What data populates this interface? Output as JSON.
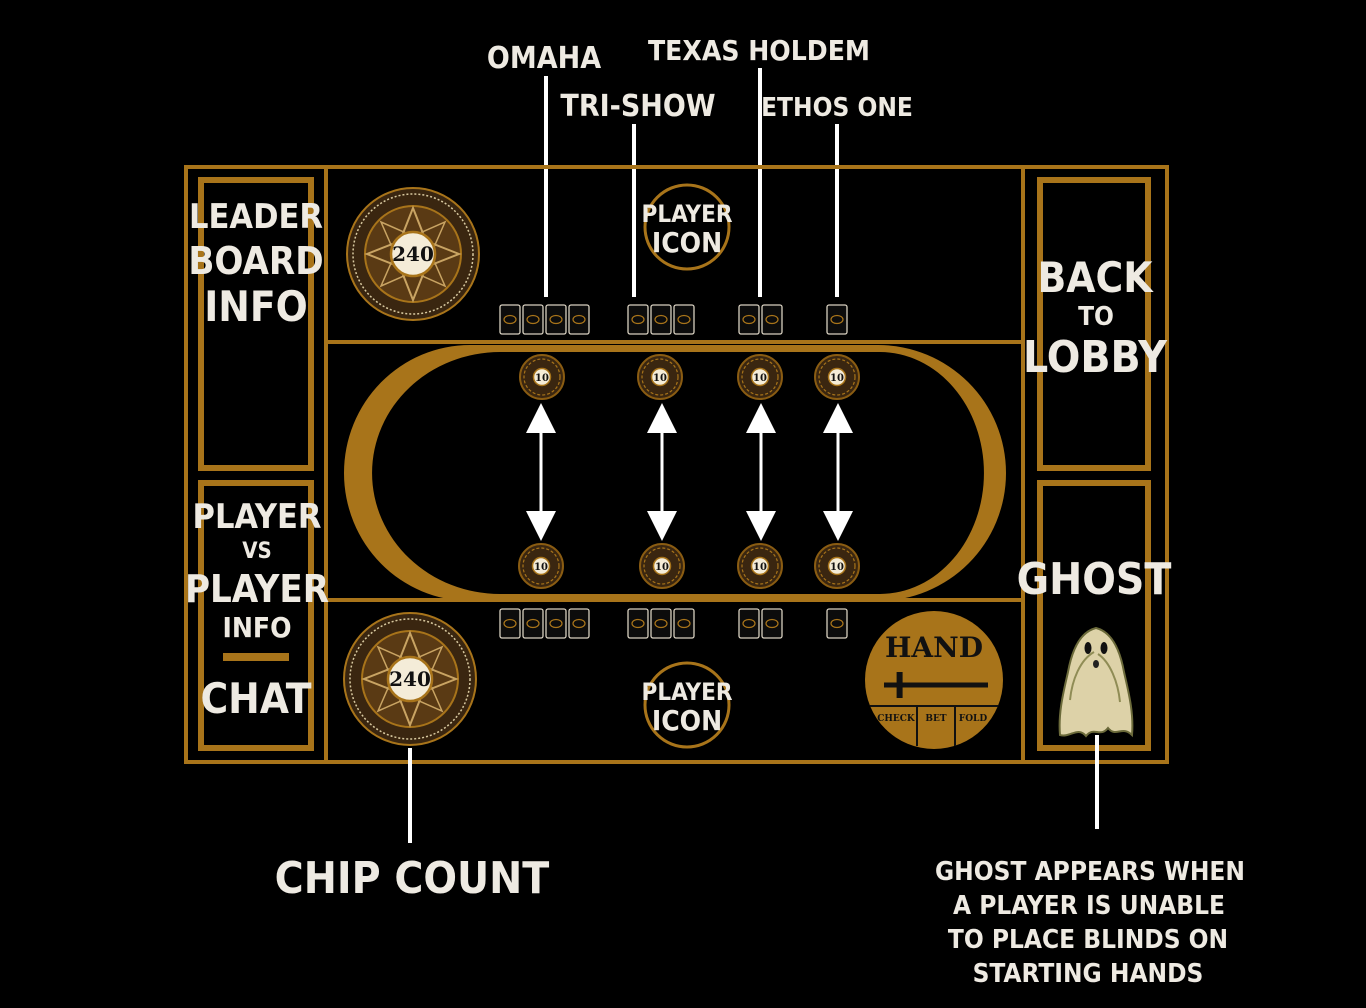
{
  "colors": {
    "gold": "#a8741a",
    "gold_dark": "#8a5c12",
    "chip_brown": "#3a2610",
    "background": "#000000",
    "text": "#eeeae2"
  },
  "callouts": {
    "omaha": "OMAHA",
    "tri_show": "TRI-SHOW",
    "texas_holdem": "TEXAS HOLDEM",
    "ethos_one": "ETHOS ONE",
    "chip_count": "CHIP COUNT",
    "ghost_note": [
      "GHOST APPEARS WHEN",
      "A PLAYER IS UNABLE",
      "TO PLACE BLINDS ON",
      "STARTING HANDS"
    ]
  },
  "left_panels": {
    "leaderboard": [
      "LEADER",
      "BOARD",
      "INFO"
    ],
    "pvp": [
      "PLAYER",
      "VS",
      "PLAYER",
      "INFO"
    ],
    "chat": "CHAT"
  },
  "right_panels": {
    "back": "BACK",
    "to": "TO",
    "lobby": "LOBBY",
    "ghost": "GHOST"
  },
  "player_icon": [
    "PLAYER",
    "ICON"
  ],
  "chip_stack": {
    "top": "240",
    "bottom": "240"
  },
  "bet_chip_value": "10",
  "hand_control": {
    "title": "HAND",
    "check": "CHECK",
    "bet": "BET",
    "fold": "FOLD",
    "slider_level": 0.15
  },
  "card_groups": {
    "omaha": 4,
    "tri_show": 3,
    "texas_holdem": 2,
    "ethos_one": 1
  }
}
